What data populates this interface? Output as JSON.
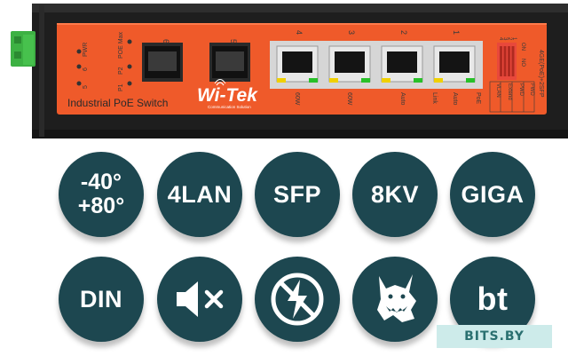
{
  "device": {
    "brand": "Wi-Tek",
    "brand_tagline": "Communication Solution",
    "model_label": "Industrial PoE Switch",
    "side_label": "4GE(PoE)+2SFP",
    "leds": [
      {
        "label": "PWR"
      },
      {
        "label": "P1"
      },
      {
        "label": "P2"
      },
      {
        "label": "POE Max"
      },
      {
        "label": "5"
      },
      {
        "label": "6"
      }
    ],
    "sfp_ports": [
      {
        "number": "6"
      },
      {
        "number": "5"
      }
    ],
    "rj45_ports": [
      {
        "number": "4",
        "caption": "60W"
      },
      {
        "number": "3",
        "caption": "60W"
      },
      {
        "number": "2",
        "caption": "Auto"
      },
      {
        "number": "1",
        "caption": "Auto"
      }
    ],
    "port_captions_extra": [
      "Link",
      "PoE"
    ],
    "dip_switch": {
      "numbers": [
        "4",
        "3",
        "2",
        "1"
      ],
      "rows": [
        "VLAN",
        "Extend",
        "PWD",
        "FWD"
      ],
      "states": [
        "ON",
        "NO"
      ]
    },
    "colors": {
      "body": "#ef5a2a",
      "chassis": "#1e1e1e",
      "terminal": "#3db143",
      "dip": "#e8483b"
    }
  },
  "features": [
    {
      "id": "temperature",
      "line1": "-40°",
      "line2": "+80°"
    },
    {
      "id": "lan",
      "label": "4LAN"
    },
    {
      "id": "sfp",
      "label": "SFP"
    },
    {
      "id": "surge",
      "label": "8KV"
    },
    {
      "id": "giga",
      "label": "GIGA"
    },
    {
      "id": "din",
      "label": "DIN"
    },
    {
      "id": "fanless",
      "icon": "muted-speaker-icon"
    },
    {
      "id": "lightning",
      "icon": "no-lightning-icon"
    },
    {
      "id": "watchdog",
      "icon": "guard-dog-icon"
    },
    {
      "id": "poe-bt",
      "label": "bt"
    }
  ],
  "badge_color": "#1d4750",
  "watermark": "BITS.BY"
}
